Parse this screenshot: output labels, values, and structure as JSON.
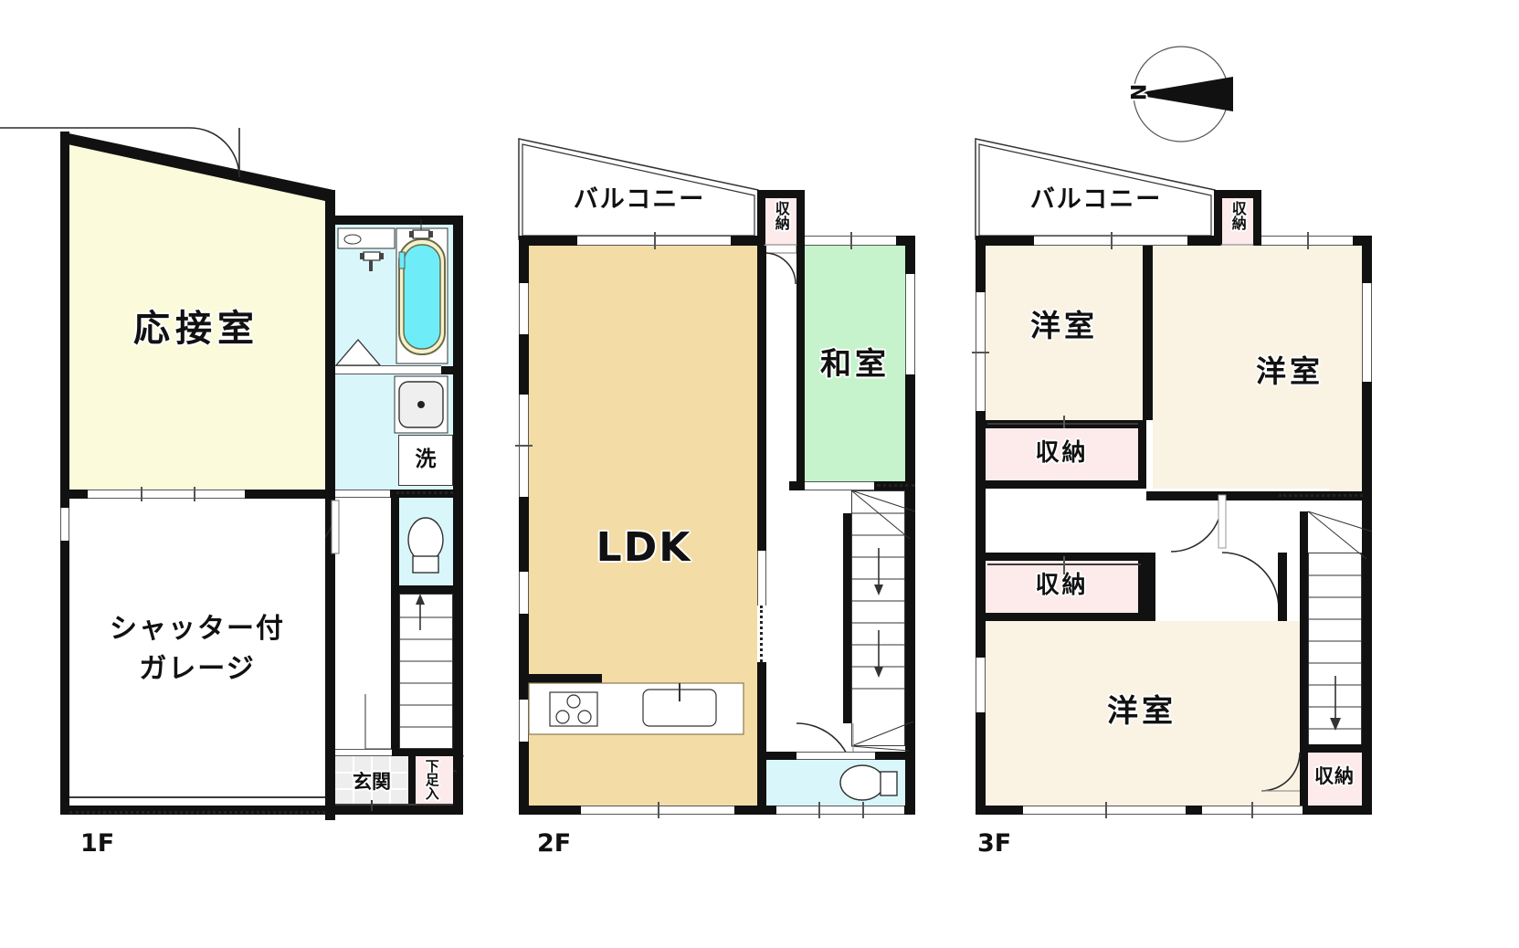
{
  "page": {
    "type": "residential-floor-plan",
    "floors": [
      "1F",
      "2F",
      "3F"
    ]
  },
  "compass": {
    "label": "N",
    "direction": "points-left"
  },
  "floor1": {
    "caption": "1F",
    "rooms": [
      {
        "name": "reception-room",
        "label": "応接室",
        "color": "#fbfadb"
      },
      {
        "name": "garage",
        "label": "シャッター付\nガレージ",
        "line1": "シャッター付",
        "line2": "ガレージ",
        "color": "#ffffff"
      },
      {
        "name": "bathroom",
        "label": "",
        "color": "#d9f7fb"
      },
      {
        "name": "washroom",
        "label": "洗",
        "color": "#d9f7fb"
      },
      {
        "name": "toilet",
        "label": "",
        "color": "#d9f7fb"
      },
      {
        "name": "entrance",
        "label": "玄関",
        "color": "#eeeeee"
      },
      {
        "name": "shoe-closet",
        "label": "下足入",
        "color": "#fdeaea"
      }
    ]
  },
  "floor2": {
    "caption": "2F",
    "rooms": [
      {
        "name": "balcony",
        "label": "バルコニー",
        "color": "#ffffff"
      },
      {
        "name": "closet",
        "label": "収納",
        "color": "#fdeaea"
      },
      {
        "name": "ldk",
        "label": "LDK",
        "color": "#f4dca6"
      },
      {
        "name": "japanese-room",
        "label": "和室",
        "color": "#c6f3cb"
      },
      {
        "name": "toilet",
        "label": "",
        "color": "#d9f7fb"
      }
    ]
  },
  "floor3": {
    "caption": "3F",
    "rooms": [
      {
        "name": "balcony",
        "label": "バルコニー",
        "color": "#ffffff"
      },
      {
        "name": "closet-balcony",
        "label": "収納",
        "color": "#fdeaea"
      },
      {
        "name": "western-room-1",
        "label": "洋室",
        "color": "#faf3e3"
      },
      {
        "name": "western-room-2",
        "label": "洋室",
        "color": "#faf3e3"
      },
      {
        "name": "western-room-3",
        "label": "洋室",
        "color": "#faf3e3"
      },
      {
        "name": "closet-upper",
        "label": "収納",
        "color": "#fdeaea"
      },
      {
        "name": "closet-lower",
        "label": "収納",
        "color": "#fdeaea"
      },
      {
        "name": "closet-corner",
        "label": "収納",
        "color": "#fdeaea"
      }
    ]
  },
  "colors": {
    "wall": "#111111",
    "reception": "#fbfadb",
    "water": "#d9f7fb",
    "ldk": "#f4dca6",
    "tatami": "#c6f3cb",
    "western": "#faf3e3",
    "closet": "#fdeaea",
    "entrance_tile": "#eeeeee",
    "tub": "#6eecf7"
  }
}
